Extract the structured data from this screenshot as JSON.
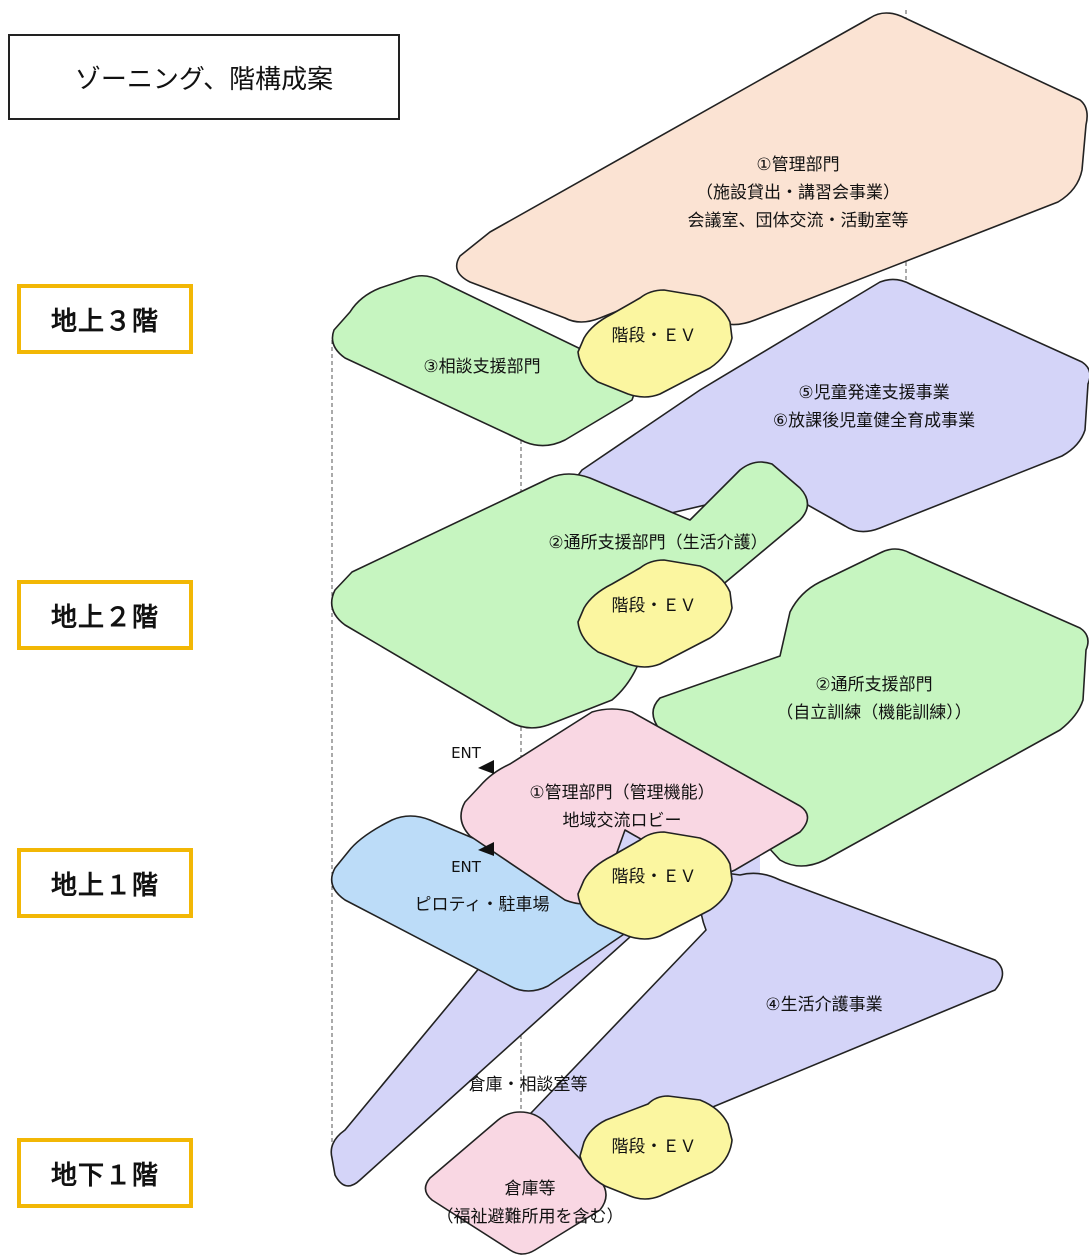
{
  "title": "ゾーニング、階構成案",
  "floors": {
    "f3": "地上３階",
    "f2": "地上２階",
    "f1": "地上１階",
    "b1": "地下１階"
  },
  "zones": {
    "admin_3f": [
      "①管理部門",
      "（施設貸出・講習会事業）",
      "会議室、団体交流・活動室等"
    ],
    "consult_3f": [
      "③相談支援部門"
    ],
    "stairs_3f": [
      "階段・ＥＶ"
    ],
    "child_2f": [
      "⑤児童発達支援事業",
      "⑥放課後児童健全育成事業"
    ],
    "day_life_2f": [
      "②通所支援部門（生活介護）"
    ],
    "stairs_2f": [
      "階段・ＥＶ"
    ],
    "day_training_1f": [
      "②通所支援部門",
      "（自立訓練（機能訓練））"
    ],
    "admin_1f": [
      "①管理部門（管理機能）",
      "地域交流ロビー"
    ],
    "ent_1": "ENT",
    "ent_2": "ENT",
    "piloti_1f": [
      "ピロティ・駐車場"
    ],
    "stairs_1f": [
      "階段・ＥＶ"
    ],
    "life_care_b1": [
      "④生活介護事業"
    ],
    "storage_consult_b1": [
      "倉庫・相談室等"
    ],
    "stairs_b1": [
      "階段・ＥＶ"
    ],
    "storage_b1": [
      "倉庫等",
      "（福祉避難所用を含む）"
    ]
  },
  "colors": {
    "peach": "#fbe3d3",
    "green": "#c6f5c0",
    "yellow": "#fbf6a0",
    "lavender": "#d4d4f8",
    "pink": "#f9d7e3",
    "blue": "#bcdcf8",
    "outline": "#222222"
  }
}
